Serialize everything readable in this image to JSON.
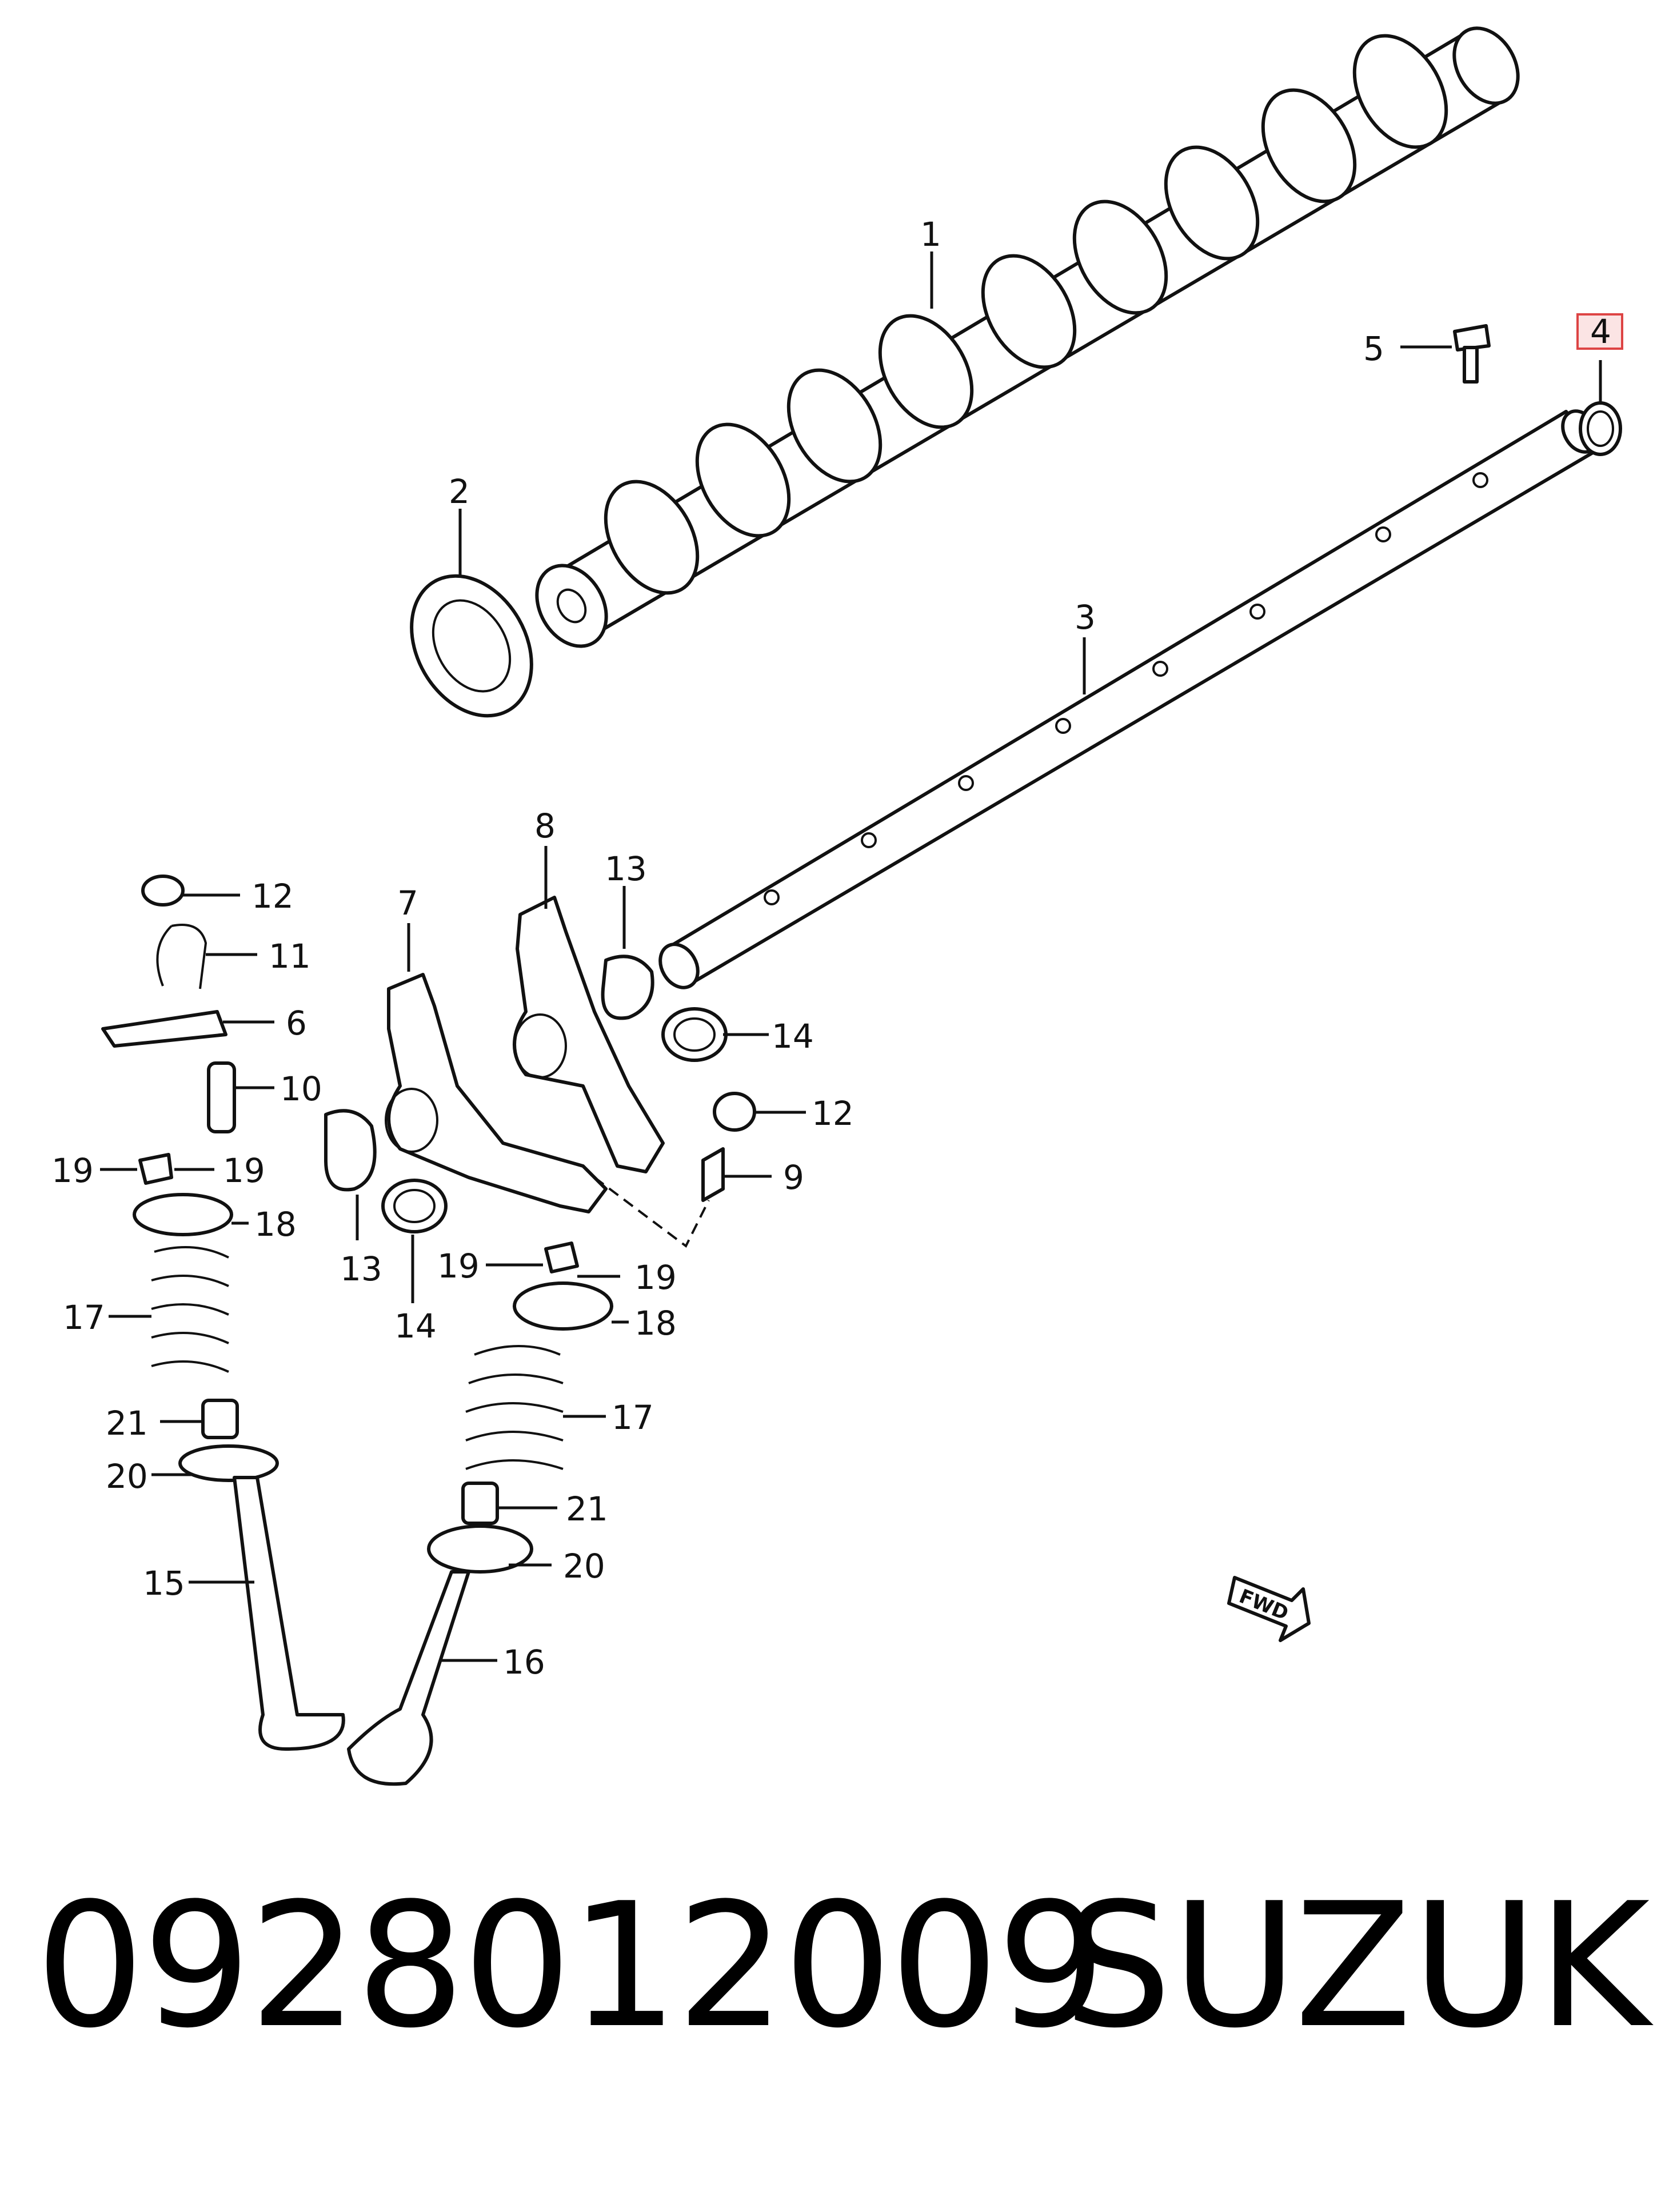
{
  "callouts": [
    {
      "key": "c1",
      "text": "1"
    },
    {
      "key": "c2",
      "text": "2"
    },
    {
      "key": "c3",
      "text": "3"
    },
    {
      "key": "c4",
      "text": "4"
    },
    {
      "key": "c5",
      "text": "5"
    },
    {
      "key": "c6",
      "text": "6"
    },
    {
      "key": "c7",
      "text": "7"
    },
    {
      "key": "c8",
      "text": "8"
    },
    {
      "key": "c9",
      "text": "9"
    },
    {
      "key": "c10",
      "text": "10"
    },
    {
      "key": "c11",
      "text": "11"
    },
    {
      "key": "c12a",
      "text": "12"
    },
    {
      "key": "c12b",
      "text": "12"
    },
    {
      "key": "c13a",
      "text": "13"
    },
    {
      "key": "c13b",
      "text": "13"
    },
    {
      "key": "c14a",
      "text": "14"
    },
    {
      "key": "c14b",
      "text": "14"
    },
    {
      "key": "c15",
      "text": "15"
    },
    {
      "key": "c16",
      "text": "16"
    },
    {
      "key": "c17a",
      "text": "17"
    },
    {
      "key": "c17b",
      "text": "17"
    },
    {
      "key": "c18a",
      "text": "18"
    },
    {
      "key": "c18b",
      "text": "18"
    },
    {
      "key": "c19a",
      "text": "19"
    },
    {
      "key": "c19b",
      "text": "19"
    },
    {
      "key": "c19c",
      "text": "19"
    },
    {
      "key": "c19d",
      "text": "19"
    },
    {
      "key": "c20a",
      "text": "20"
    },
    {
      "key": "c20b",
      "text": "20"
    },
    {
      "key": "c21a",
      "text": "21"
    },
    {
      "key": "c21b",
      "text": "21"
    }
  ],
  "highlighted_callout": "4",
  "fwd_label": "FWD",
  "caption": {
    "part_number": "0928012009",
    "brand": "SUZUKI"
  },
  "colors": {
    "highlight_fill": "#fbe4e4",
    "highlight_stroke": "#dd4444",
    "line": "#111111"
  }
}
